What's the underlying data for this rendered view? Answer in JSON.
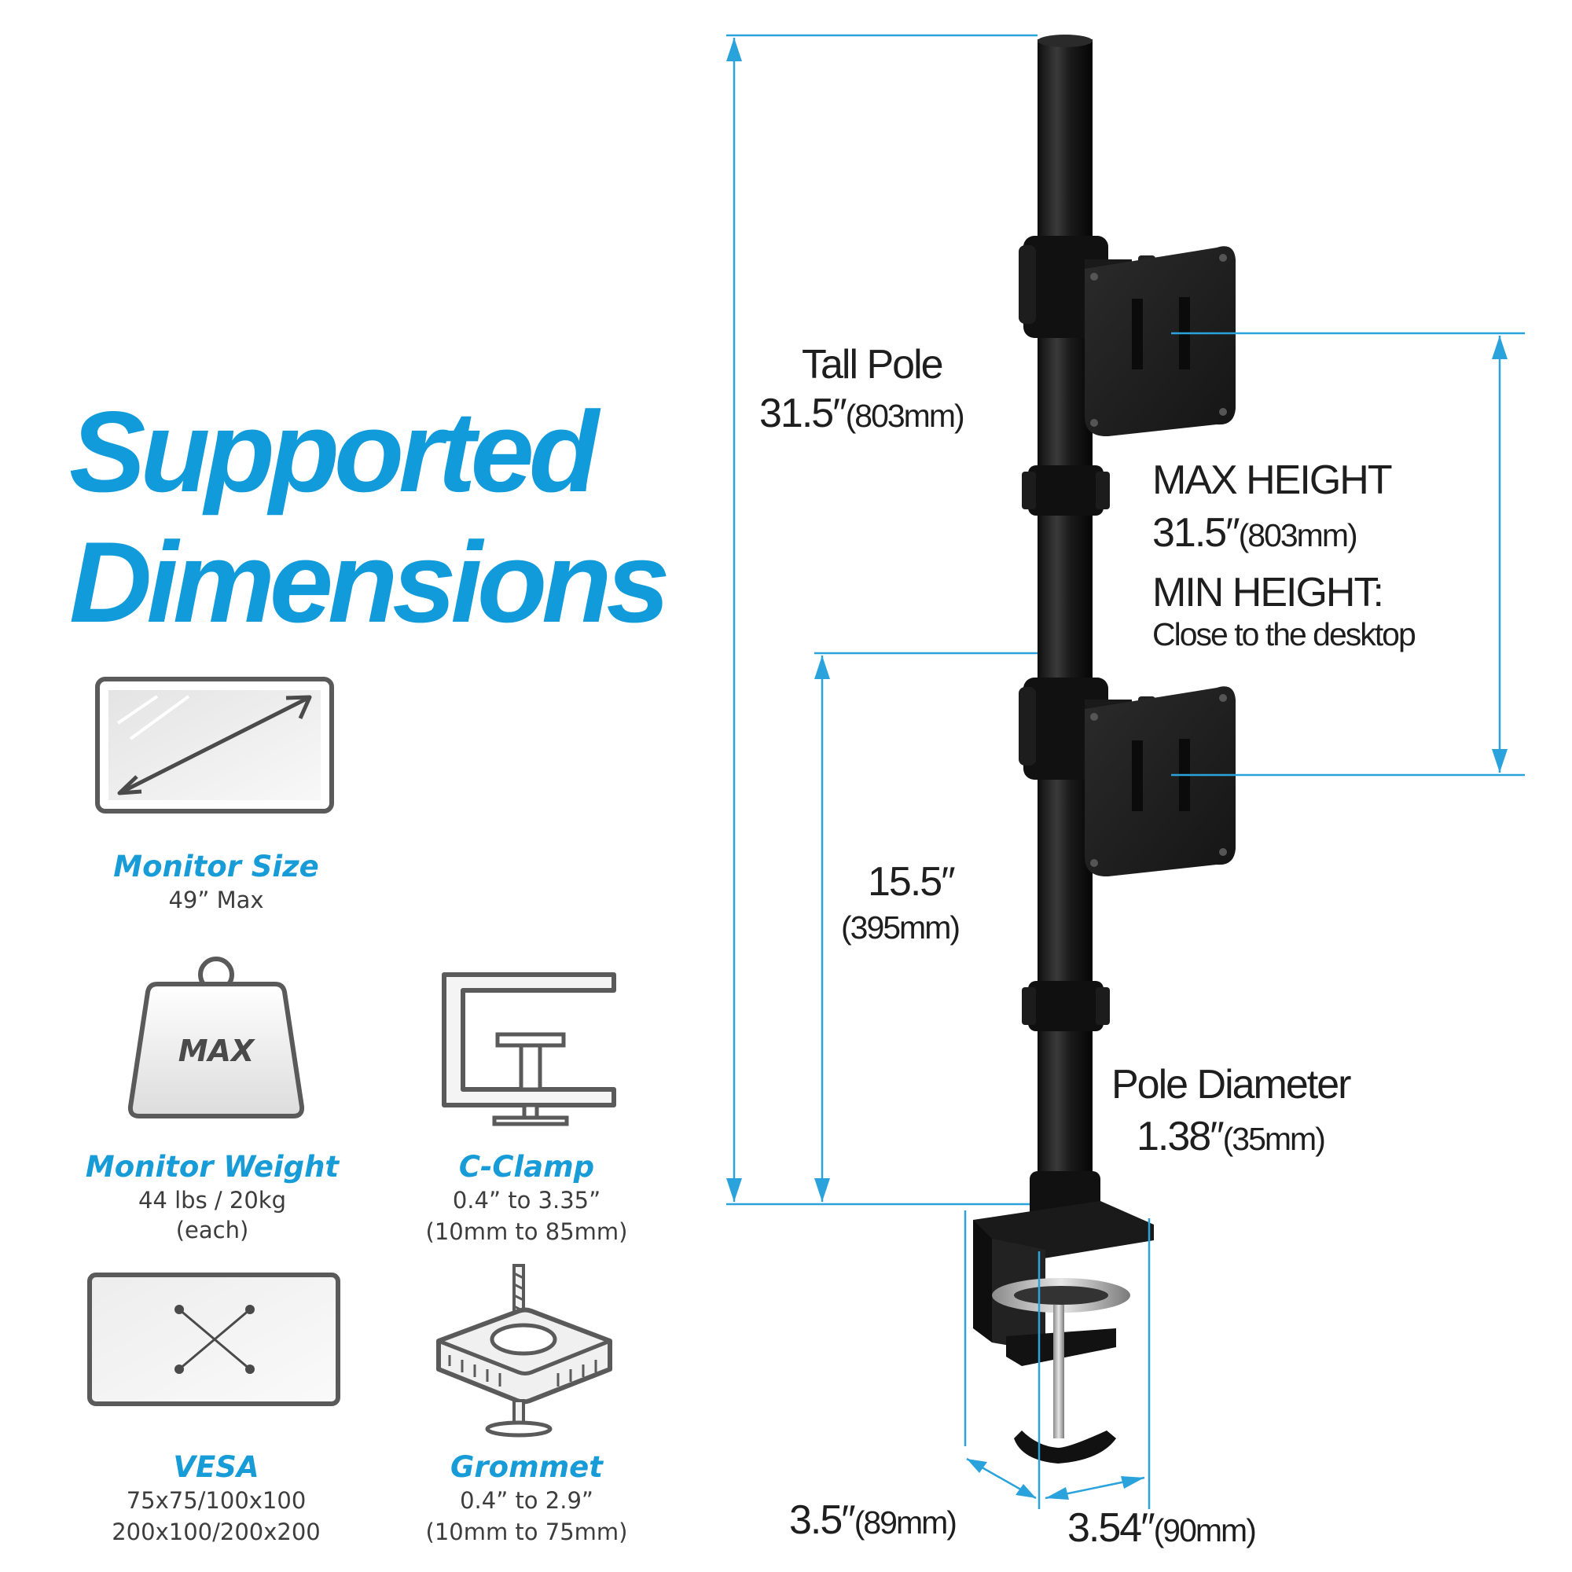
{
  "headline": {
    "line1": "Supported",
    "line2": "Dimensions"
  },
  "features": {
    "monitor_size": {
      "title": "Monitor Size",
      "lines": [
        "49” Max"
      ]
    },
    "monitor_weight": {
      "title": "Monitor Weight",
      "badge": "MAX",
      "lines": [
        "44 lbs / 20kg",
        "(each)"
      ]
    },
    "c_clamp": {
      "title": "C-Clamp",
      "lines": [
        "0.4” to 3.35”",
        "(10mm to 85mm)"
      ]
    },
    "vesa": {
      "title": "VESA",
      "lines": [
        "75x75/100x100",
        "200x100/200x200"
      ]
    },
    "grommet": {
      "title": "Grommet",
      "lines": [
        "0.4” to 2.9”",
        "(10mm to 75mm)"
      ]
    }
  },
  "dimensions": {
    "tall_pole": {
      "label": "Tall Pole",
      "value": "31.5″",
      "metric": "(803mm)"
    },
    "max_height": {
      "label": "MAX HEIGHT",
      "value": "31.5″",
      "metric": "(803mm)"
    },
    "min_height": {
      "label": "MIN HEIGHT:",
      "note": "Close to the desktop"
    },
    "lower_span": {
      "value": "15.5″",
      "metric": "(395mm)"
    },
    "pole_diameter": {
      "label": "Pole Diameter",
      "value": "1.38″",
      "metric": "(35mm)"
    },
    "base_depth": {
      "value": "3.5″",
      "metric": "(89mm)"
    },
    "base_width": {
      "value": "3.54″",
      "metric": "(90mm)"
    }
  },
  "colors": {
    "accent": "#129bdb",
    "dimension_line": "#2aa3dc",
    "text": "#1e1e1e",
    "icon_stroke": "#555555"
  }
}
